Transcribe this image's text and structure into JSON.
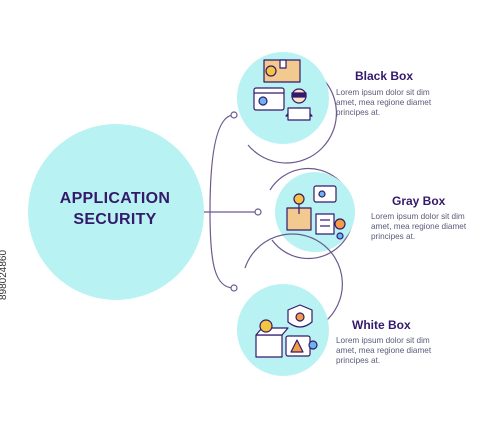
{
  "center": {
    "line1": "APPLICATION",
    "line2": "SECURITY"
  },
  "items": [
    {
      "title": "Black Box",
      "description": [
        "Lorem ipsum dolor sit dim",
        "amet, mea regione diamet",
        "principes at."
      ]
    },
    {
      "title": "Gray Box",
      "description": [
        "Lorem ipsum dolor sit dim",
        "amet, mea regione diamet",
        "principes at."
      ]
    },
    {
      "title": "White Box",
      "description": [
        "Lorem ipsum dolor sit dim",
        "amet, mea regione diamet",
        "principes at."
      ]
    }
  ],
  "stock_id": "898024860",
  "colors": {
    "accent": "#b9f2f2",
    "outline": "#6c5a8f",
    "text": "#35196b",
    "icon_yellow": "#f5c542",
    "icon_blue": "#6db3f2",
    "icon_orange": "#f29c4a"
  }
}
